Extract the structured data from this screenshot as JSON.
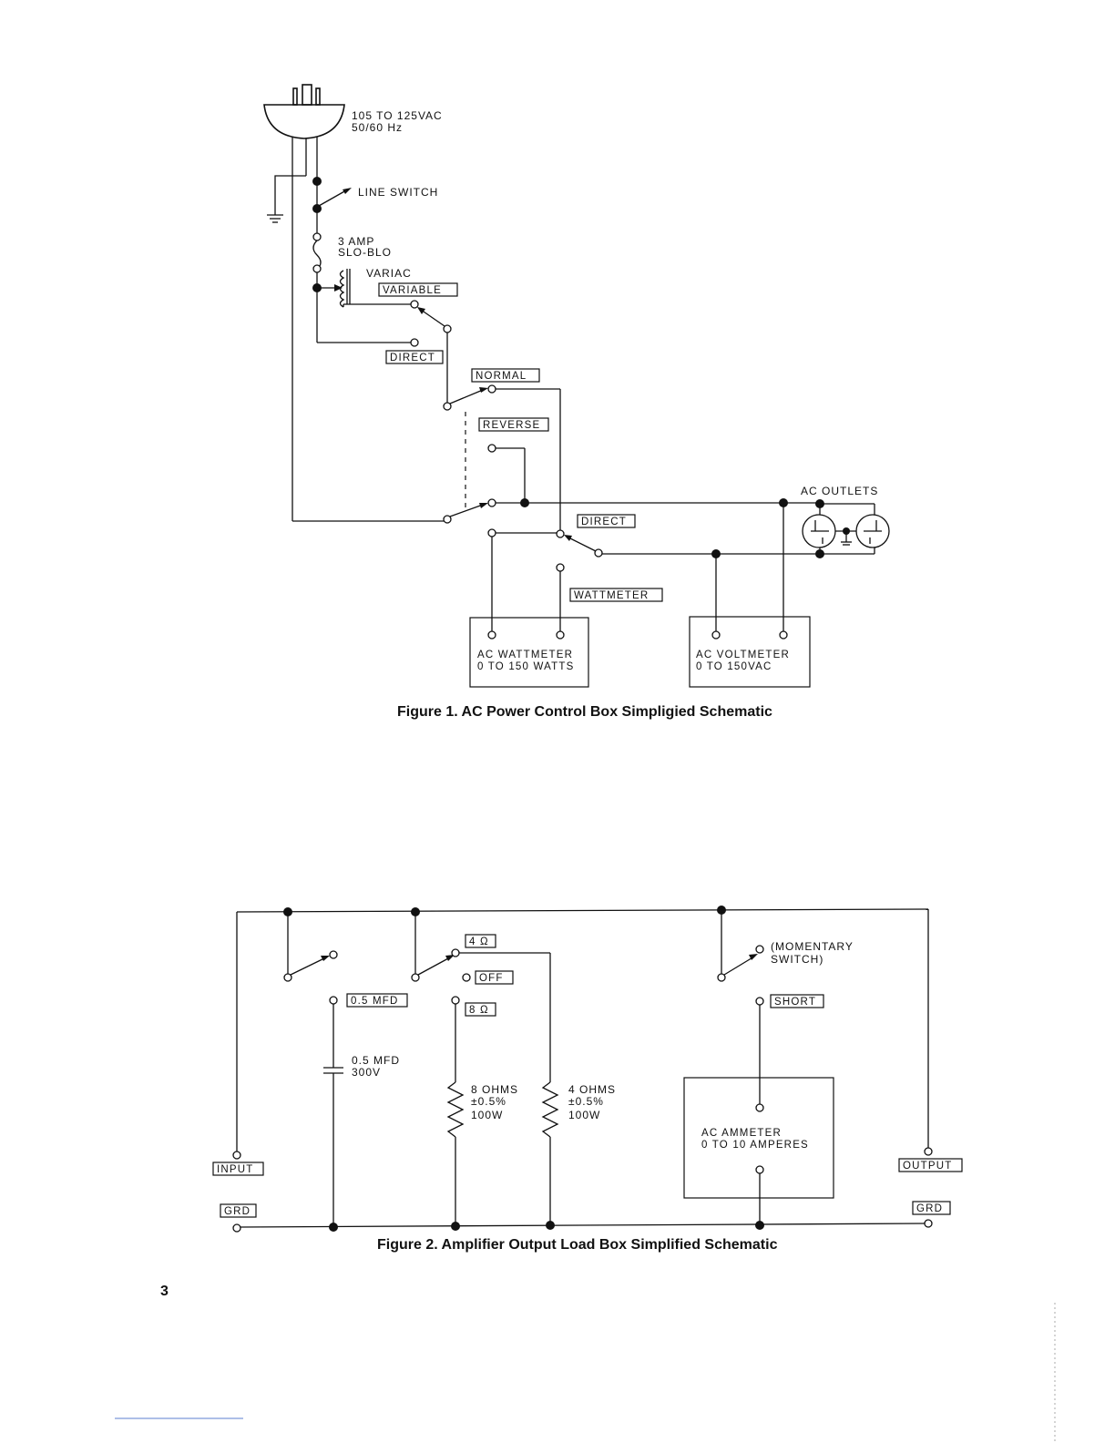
{
  "figure1": {
    "caption": "Figure 1. AC Power Control Box Simpligied Schematic",
    "supply_line1": "105 TO 125VAC",
    "supply_line2": "50/60 Hz",
    "line_switch": "LINE SWITCH",
    "fuse_line1": "3 AMP",
    "fuse_line2": "SLO-BLO",
    "variac": "VARIAC",
    "variable": "VARIABLE",
    "direct_top": "DIRECT",
    "normal": "NORMAL",
    "reverse": "REVERSE",
    "ac_outlets": "AC OUTLETS",
    "direct_mid": "DIRECT",
    "wattmeter_switch": "WATTMETER",
    "wattmeter_line1": "AC WATTMETER",
    "wattmeter_line2": "0 TO 150 WATTS",
    "voltmeter_line1": "AC VOLTMETER",
    "voltmeter_line2": "0 TO 150VAC"
  },
  "figure2": {
    "caption": "Figure 2. Amplifier Output Load Box Simplified Schematic",
    "four_ohm_switch": "4 Ω",
    "off": "OFF",
    "eight_ohm_switch": "8 Ω",
    "mfd_switch": "0.5 MFD",
    "momentary_line1": "(MOMENTARY",
    "momentary_line2": "SWITCH)",
    "short": "SHORT",
    "cap_line1": "0.5 MFD",
    "cap_line2": "300V",
    "r8_line1": "8 OHMS",
    "r8_line2": "±0.5%",
    "r8_line3": "100W",
    "r4_line1": "4 OHMS",
    "r4_line2": "±0.5%",
    "r4_line3": "100W",
    "ammeter_line1": "AC AMMETER",
    "ammeter_line2": "0 TO 10 AMPERES",
    "input": "INPUT",
    "output": "OUTPUT",
    "grd_left": "GRD",
    "grd_right": "GRD"
  },
  "page_number": "3"
}
